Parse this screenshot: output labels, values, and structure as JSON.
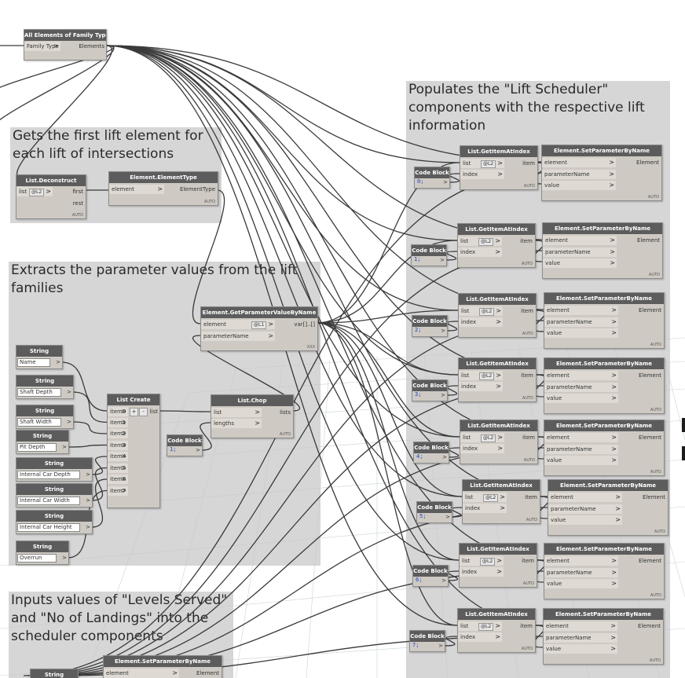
{
  "groups": {
    "lift_scheduler": "Populates the \"Lift Scheduler\"\ncomponents with the respective lift\ninformation",
    "first_lift": "Gets the first lift element for\neach lift of intersections",
    "extract": "Extracts the parameter values from the lift\nfamilies",
    "inputs": "Inputs values of \"Levels Served\"\nand \"No of Landings\" into the\nscheduler components"
  },
  "nodes": {
    "all_elements": {
      "title": "All Elements of Family Type",
      "in": "Family Type",
      "out": "Elements"
    },
    "list_deconstruct": {
      "title": "List.Deconstruct",
      "in": "list",
      "tag": "@L2",
      "out1": "first",
      "out2": "rest",
      "lacing": "AUTO"
    },
    "element_type": {
      "title": "Element.ElementType",
      "in": "element",
      "out": "ElementType",
      "lacing": "AUTO"
    },
    "get_param": {
      "title": "Element.GetParameterValueByName",
      "in1": "element",
      "tag": "@L1",
      "in2": "parameterName",
      "out": "var[]..[]",
      "lacing": "XXX"
    },
    "list_create": {
      "title": "List Create",
      "items": [
        "item0",
        "item1",
        "item2",
        "item3",
        "item4",
        "item5",
        "item6",
        "item7"
      ],
      "plus": "+",
      "minus": "-",
      "out": "list"
    },
    "list_chop": {
      "title": "List.Chop",
      "in1": "list",
      "in2": "lengths",
      "out": "lists",
      "lacing": "AUTO"
    },
    "code_block_main": {
      "title": "Code Block",
      "code": "1;"
    },
    "get_item": {
      "title": "List.GetItemAtIndex",
      "in1": "list",
      "tag": "@L2",
      "in2": "index",
      "out": "item",
      "lacing": "AUTO"
    },
    "set_param": {
      "title": "Element.SetParameterByName",
      "in1": "element",
      "in2": "parameterName",
      "in3": "value",
      "out": "Element",
      "lacing": "AUTO"
    },
    "code_block": {
      "title": "Code Block"
    },
    "string_node": {
      "title": "String"
    }
  },
  "strings": [
    "Name",
    "Shaft Depth",
    "Shaft Width",
    "Pit Depth",
    "Internal Car Depth",
    "Internal Car Width",
    "Internal Car Height",
    "Overrun"
  ],
  "scheduler_indices": [
    "0;",
    "1;",
    "2;",
    "3;",
    "4;",
    "5;",
    "6;",
    "7;"
  ],
  "colors": {
    "node_header": "#5c5c5c",
    "node_body": "#cecac3",
    "group": "#c6c6c6",
    "wire": "#3a3a3a",
    "code": "#1e3fbf"
  }
}
